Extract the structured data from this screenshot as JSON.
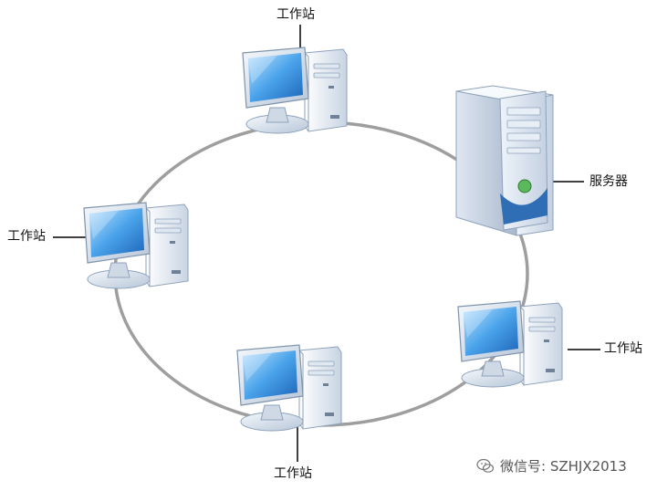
{
  "labels": {
    "workstation_top": "工作站",
    "workstation_left": "工作站",
    "server": "服务器",
    "workstation_right": "工作站",
    "workstation_bottom": "工作站"
  },
  "watermark": {
    "text": "微信号: SZHJX2013",
    "icon": "wechat-icon"
  },
  "colors": {
    "ring": "#9e9e9e",
    "screen": "#4a9fe6",
    "case": "#e8eef5",
    "server_accent": "#2f6db5"
  }
}
